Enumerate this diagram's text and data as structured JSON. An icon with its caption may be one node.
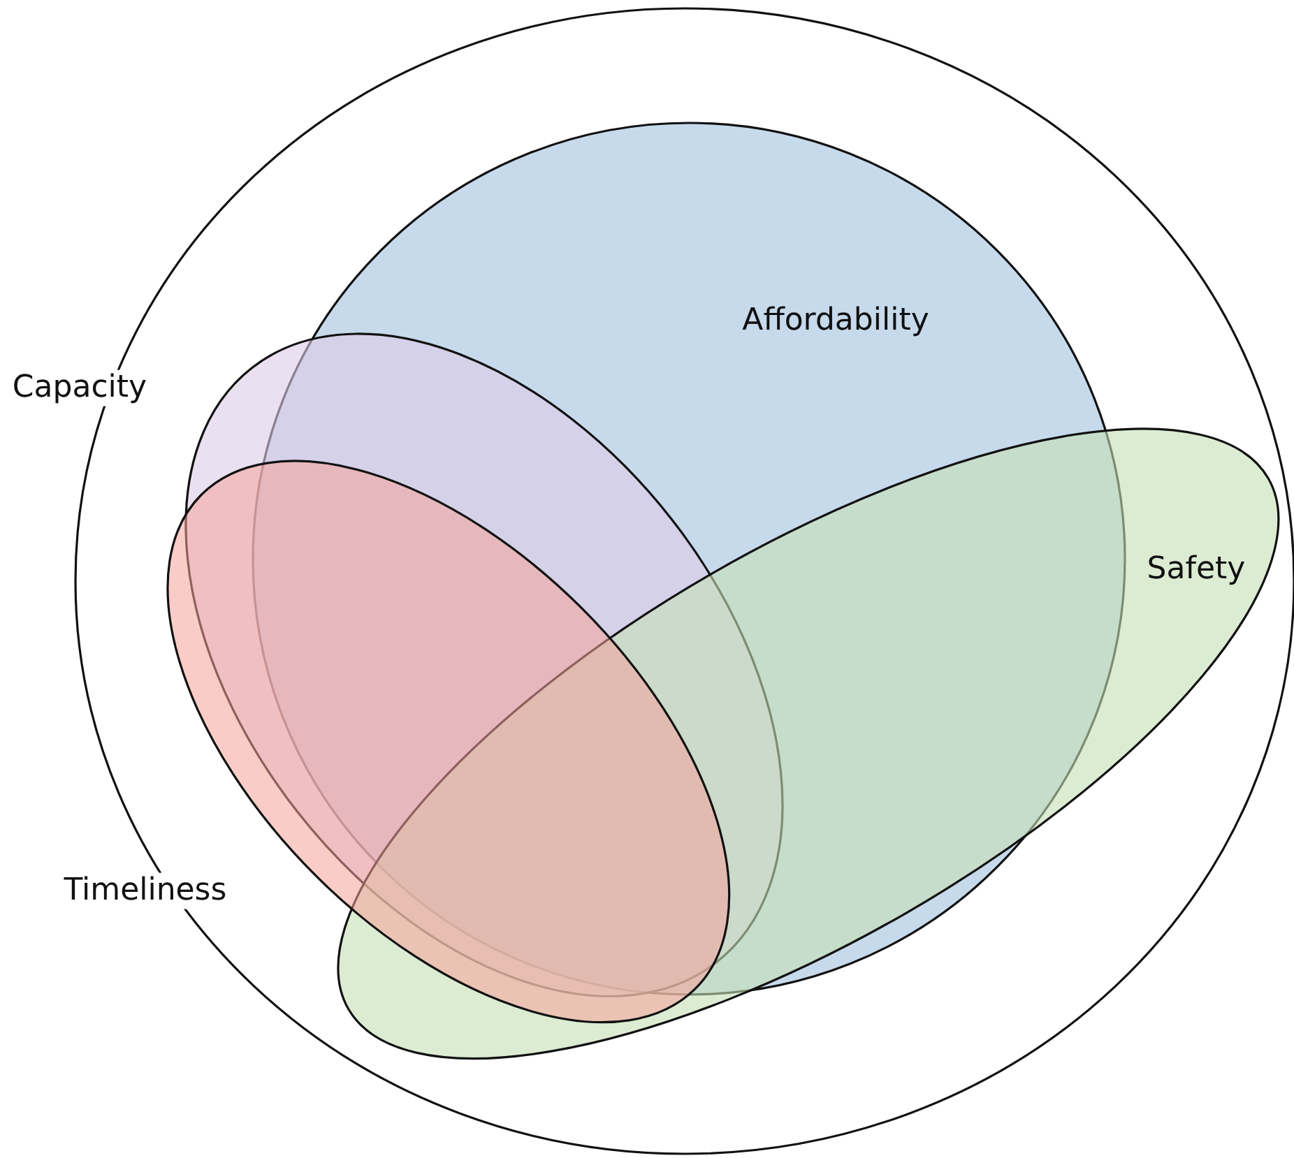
{
  "diagram": {
    "nodes": [
      {
        "text": [],
        "shape": "circle"
      },
      {
        "text": [
          "Affordability"
        ],
        "in": 0
      },
      {
        "text": [
          "Capacity"
        ],
        "in": 0
      },
      {
        "text": [
          "Safety"
        ],
        "in": 0
      },
      {
        "text": [
          "Timeliness"
        ],
        "in": 0
      }
    ]
  }
}
